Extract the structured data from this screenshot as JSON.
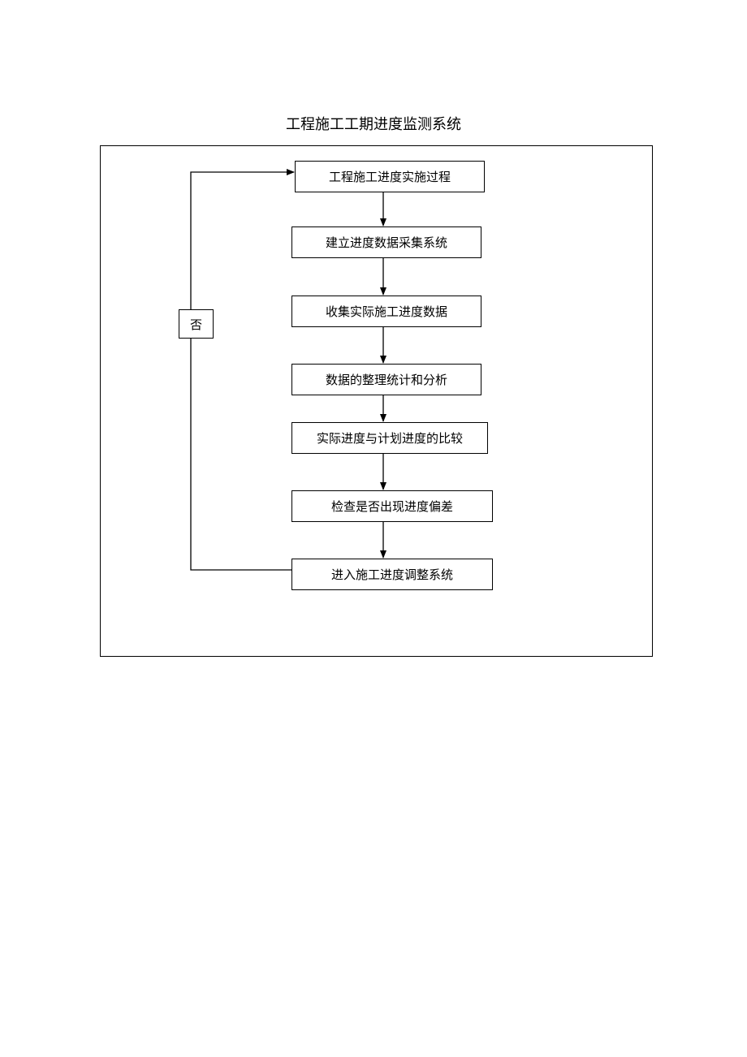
{
  "diagram": {
    "title": "工程施工工期进度监测系统",
    "nodes": [
      {
        "id": "n1",
        "label": "工程施工进度实施过程"
      },
      {
        "id": "n2",
        "label": "建立进度数据采集系统"
      },
      {
        "id": "n3",
        "label": "收集实际施工进度数据"
      },
      {
        "id": "n4",
        "label": "数据的整理统计和分析"
      },
      {
        "id": "n5",
        "label": "实际进度与计划进度的比较"
      },
      {
        "id": "n6",
        "label": "检查是否出现进度偏差"
      },
      {
        "id": "n7",
        "label": "进入施工进度调整系统"
      }
    ],
    "edges": [
      {
        "from": "n1",
        "to": "n2"
      },
      {
        "from": "n2",
        "to": "n3"
      },
      {
        "from": "n3",
        "to": "n4"
      },
      {
        "from": "n4",
        "to": "n5"
      },
      {
        "from": "n5",
        "to": "n6"
      },
      {
        "from": "n6",
        "to": "n7"
      },
      {
        "from": "n7",
        "to": "n1",
        "label": "否"
      }
    ],
    "loop_label": "否"
  }
}
